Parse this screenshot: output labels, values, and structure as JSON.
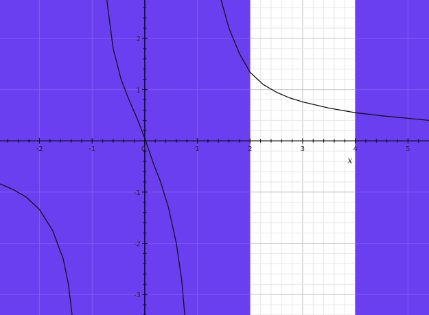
{
  "chart_data": {
    "type": "line",
    "title": "",
    "xlabel": "x",
    "ylabel": "",
    "xlim": [
      -2.75,
      5.4
    ],
    "ylim": [
      -3.4,
      2.75
    ],
    "grid": true,
    "x_ticks": [
      {
        "value": -2,
        "label": "-2"
      },
      {
        "value": -1,
        "label": "-1"
      },
      {
        "value": 0,
        "label": "0"
      },
      {
        "value": 1,
        "label": "1"
      },
      {
        "value": 2,
        "label": "2"
      },
      {
        "value": 3,
        "label": "3"
      },
      {
        "value": 4,
        "label": "4"
      },
      {
        "value": 5,
        "label": "5"
      }
    ],
    "y_ticks": [
      {
        "value": -3,
        "label": "-3"
      },
      {
        "value": -2,
        "label": "-2"
      },
      {
        "value": -1,
        "label": "-1"
      },
      {
        "value": 1,
        "label": "1"
      },
      {
        "value": 2,
        "label": "2"
      }
    ],
    "shaded_x_intervals": [
      {
        "from": -2.75,
        "to": 2
      },
      {
        "from": 4,
        "to": 5.4
      }
    ],
    "unshaded_x_intervals": [
      {
        "from": 2,
        "to": 4
      }
    ],
    "series": [
      {
        "points": [
          [
            -2.75,
            -0.84
          ],
          [
            -2.5,
            -0.95
          ],
          [
            -2.25,
            -1.1
          ],
          [
            -2.0,
            -1.34
          ],
          [
            -1.75,
            -1.75
          ],
          [
            -1.55,
            -2.3
          ],
          [
            -1.45,
            -2.8
          ],
          [
            -1.38,
            -3.4
          ]
        ]
      },
      {
        "points": [
          [
            -0.72,
            2.75
          ],
          [
            -0.6,
            1.8
          ],
          [
            -0.45,
            1.2
          ],
          [
            -0.3,
            0.8
          ],
          [
            -0.15,
            0.45
          ],
          [
            0.0,
            0.05
          ],
          [
            0.15,
            -0.4
          ],
          [
            0.3,
            -0.8
          ],
          [
            0.45,
            -1.3
          ],
          [
            0.6,
            -2.0
          ],
          [
            0.7,
            -2.7
          ],
          [
            0.76,
            -3.4
          ]
        ]
      },
      {
        "points": [
          [
            1.45,
            2.75
          ],
          [
            1.6,
            2.2
          ],
          [
            1.8,
            1.7
          ],
          [
            2.0,
            1.34
          ],
          [
            2.25,
            1.1
          ],
          [
            2.5,
            0.95
          ],
          [
            2.75,
            0.84
          ],
          [
            3.0,
            0.76
          ],
          [
            3.5,
            0.64
          ],
          [
            4.0,
            0.55
          ],
          [
            4.5,
            0.49
          ],
          [
            5.0,
            0.44
          ],
          [
            5.4,
            0.4
          ]
        ]
      }
    ]
  },
  "colors": {
    "shade": "#6a3ff0",
    "grid_on_shade": "#8a66f4",
    "grid_minor": "#e6e6e6",
    "grid_major": "#c4c4c4",
    "axis": "#000000",
    "curve": "#111111",
    "tick_label": "#222222"
  }
}
